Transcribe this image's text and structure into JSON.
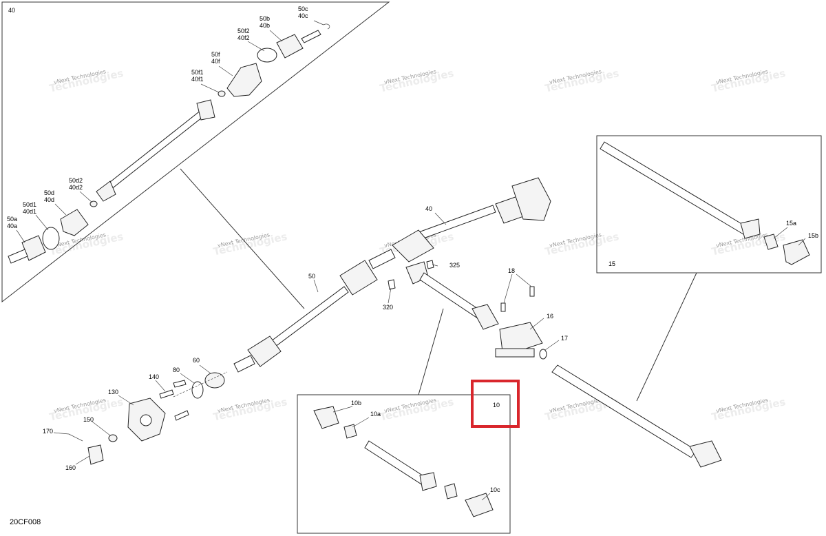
{
  "diagram_code": "20CF008",
  "watermark": {
    "line1": "vNext Technologies",
    "line2": "Technologies"
  },
  "detail_boxes": {
    "box_40": "40",
    "box_15": "15",
    "box_10": "10"
  },
  "highlight": {
    "label": "10",
    "color": "#d9262c"
  },
  "callouts": {
    "c50c_40c": [
      "50c",
      "40c"
    ],
    "c50b_40b": [
      "50b",
      "40b"
    ],
    "c50f2_40f2": [
      "50f2",
      "40f2"
    ],
    "c50f_40f": [
      "50f",
      "40f"
    ],
    "c50f1_40f1": [
      "50f1",
      "40f1"
    ],
    "c50d2_40d2": [
      "50d2",
      "40d2"
    ],
    "c50d_40d": [
      "50d",
      "40d"
    ],
    "c50d1_40d1": [
      "50d1",
      "40d1"
    ],
    "c50a_40a": [
      "50a",
      "40a"
    ],
    "c40": "40",
    "c50": "50",
    "c325": "325",
    "c320": "320",
    "c18": "18",
    "c16": "16",
    "c17": "17",
    "c60": "60",
    "c80": "80",
    "c140": "140",
    "c130": "130",
    "c150": "150",
    "c170": "170",
    "c160": "160",
    "c15a": "15a",
    "c15b": "15b",
    "c10b": "10b",
    "c10a": "10a",
    "c10c": "10c"
  }
}
